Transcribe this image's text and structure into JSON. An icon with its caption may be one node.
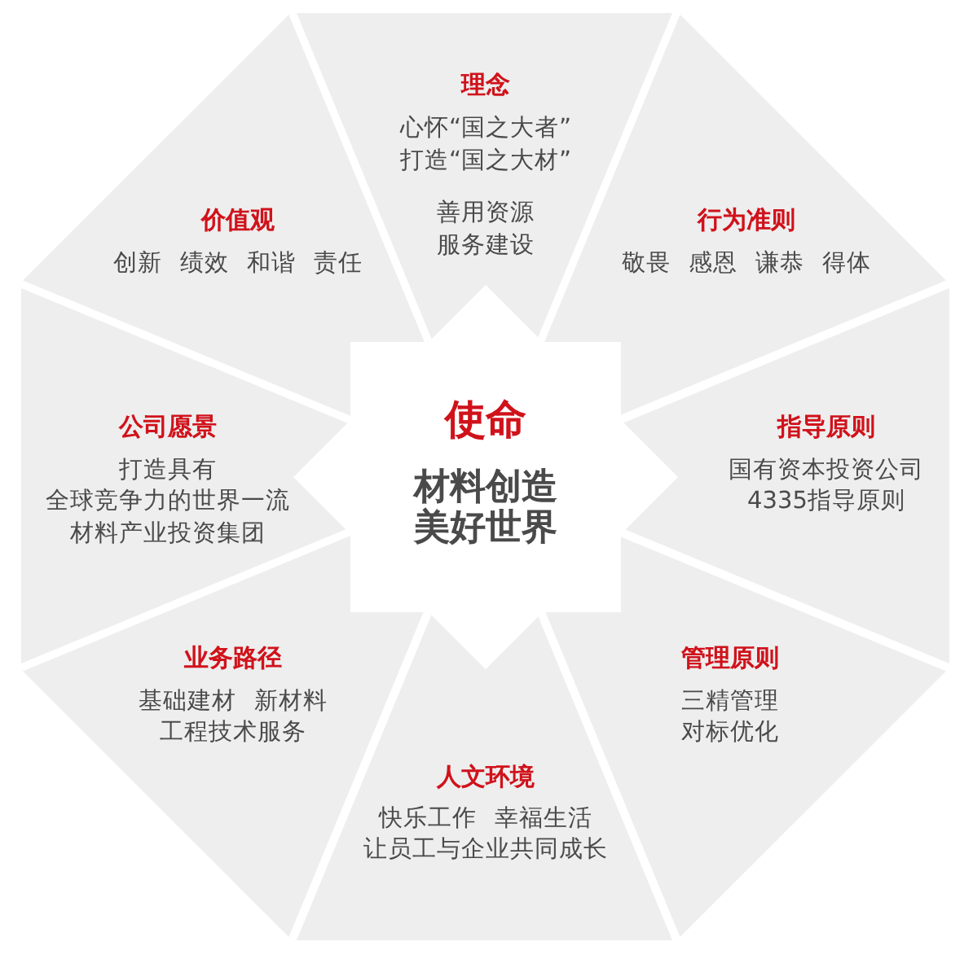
{
  "diagram": {
    "nodes": [
      {
        "text": [
          "理念",
          "心怀“国之大者”打造“国之大材”",
          "善用资源服务建设"
        ]
      },
      {
        "text": [
          "价值观",
          "创新 绩效 和谐 责任"
        ]
      },
      {
        "text": [
          "行为准则",
          "敬畏 感恩 谦恭 得体"
        ]
      },
      {
        "text": [
          "公司愿景",
          "打造具有全球竞争力的世界一流材料产业投资集团"
        ]
      },
      {
        "text": [
          "使命",
          "材料创造美好世界"
        ]
      },
      {
        "text": [
          "指导原则",
          "国有资本投资公司4335指导原则"
        ]
      },
      {
        "text": [
          "业务路径",
          "基础建材 新材料工程技术服务"
        ]
      },
      {
        "text": [
          "管理原则",
          "三精管理对标优化"
        ]
      },
      {
        "text": [
          "人文环境",
          "快乐工作 幸福生活让员工与企业共同成长"
        ]
      }
    ]
  }
}
